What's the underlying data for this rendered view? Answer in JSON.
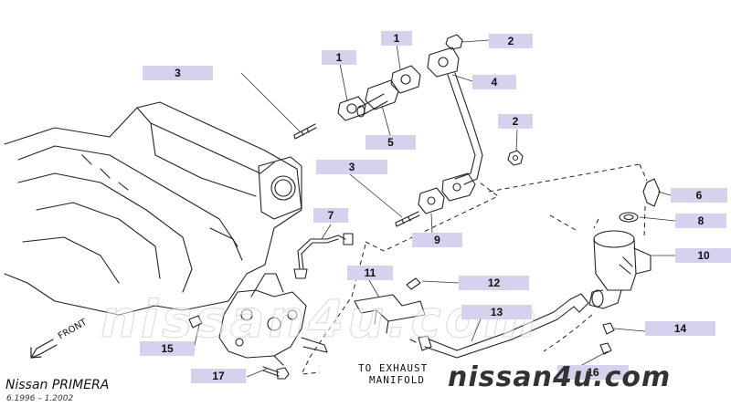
{
  "callouts": [
    {
      "id": "c1a",
      "num": "1"
    },
    {
      "id": "c1b",
      "num": "1"
    },
    {
      "id": "c2a",
      "num": "2"
    },
    {
      "id": "c2b",
      "num": "2"
    },
    {
      "id": "c3a",
      "num": "3"
    },
    {
      "id": "c3b",
      "num": "3"
    },
    {
      "id": "c4",
      "num": "4"
    },
    {
      "id": "c5",
      "num": "5"
    },
    {
      "id": "c6",
      "num": "6"
    },
    {
      "id": "c7",
      "num": "7"
    },
    {
      "id": "c8",
      "num": "8"
    },
    {
      "id": "c9",
      "num": "9"
    },
    {
      "id": "c10",
      "num": "10"
    },
    {
      "id": "c11",
      "num": "11"
    },
    {
      "id": "c12",
      "num": "12"
    },
    {
      "id": "c13",
      "num": "13"
    },
    {
      "id": "c14",
      "num": "14"
    },
    {
      "id": "c15",
      "num": "15"
    },
    {
      "id": "c16",
      "num": "16"
    },
    {
      "id": "c17",
      "num": "17"
    }
  ],
  "note": {
    "line1": "TO EXHAUST",
    "line2": "MANIFOLD"
  },
  "front_label": "FRONT",
  "brand": "Nissan PRIMERA",
  "period": "6.1996 – 1.2002",
  "watermark_center": "nissan4u.com",
  "watermark_corner": "nissan4u.com"
}
